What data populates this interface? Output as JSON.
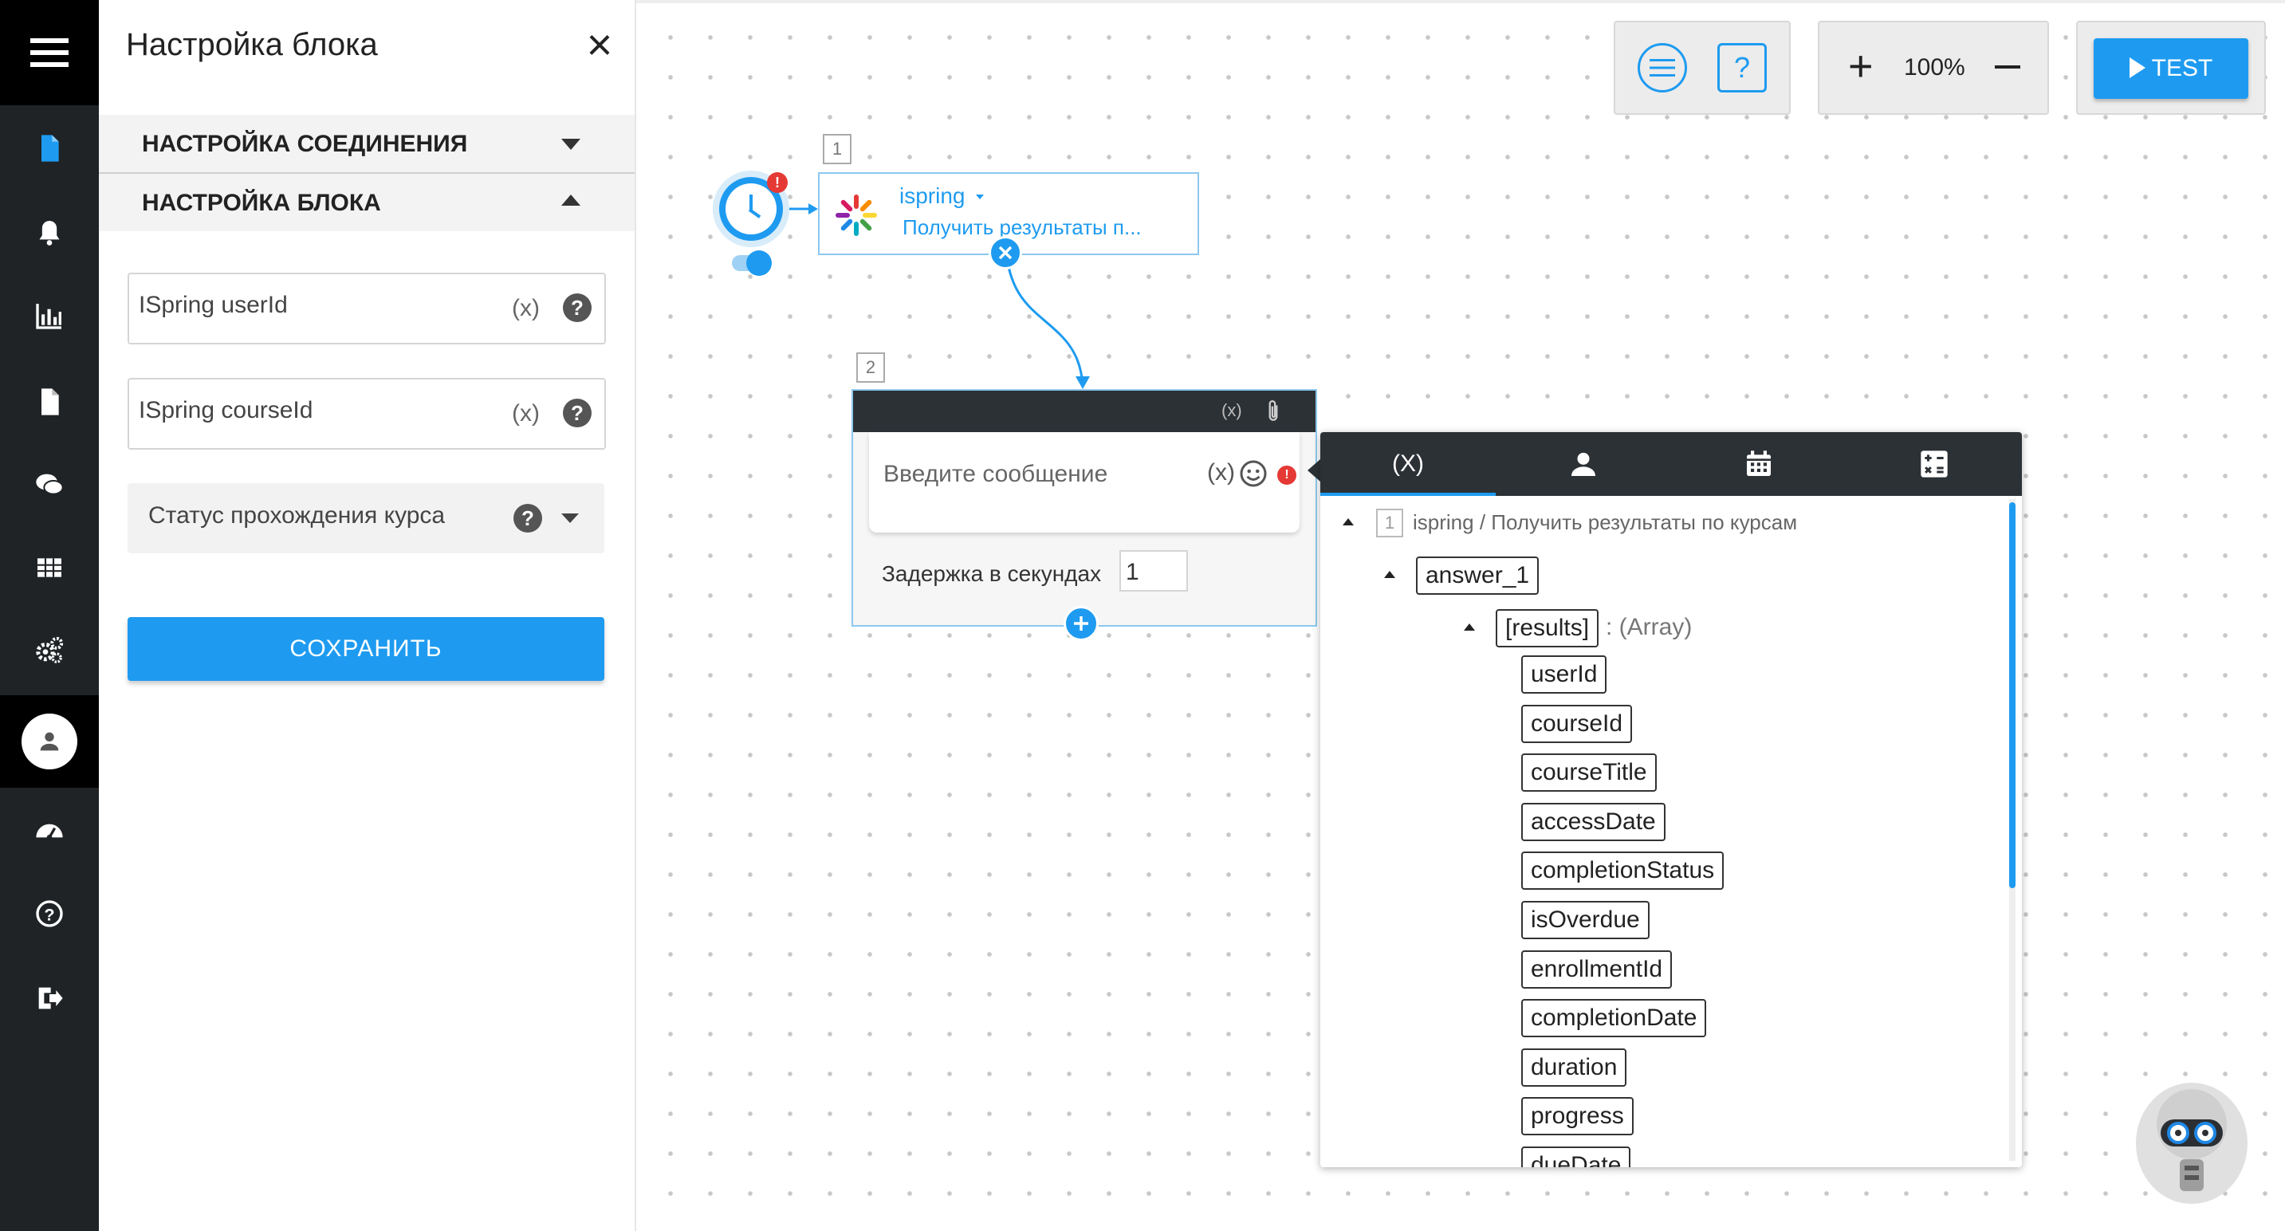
{
  "panel": {
    "title": "Настройка блока",
    "sections": [
      {
        "label": "НАСТРОЙКА СОЕДИНЕНИЯ",
        "expanded": false
      },
      {
        "label": "НАСТРОЙКА БЛОКА",
        "expanded": true
      }
    ],
    "fields": [
      {
        "label": "ISpring userId",
        "var_marker": "(x)"
      },
      {
        "label": "ISpring courseId",
        "var_marker": "(x)"
      }
    ],
    "status_select": {
      "label": "Статус прохождения курса"
    },
    "save_label": "СОХРАНИТЬ"
  },
  "toolbar": {
    "zoom": "100%",
    "test_label": "TEST",
    "help_label": "?"
  },
  "flow": {
    "node1": {
      "number": "1",
      "name": "ispring",
      "subtitle": "Получить результаты п..."
    },
    "node2": {
      "number": "2",
      "var_marker": "(x)",
      "message_placeholder": "Введите сообщение",
      "delay_label": "Задержка в секундах",
      "delay_value": "1"
    }
  },
  "variables_popup": {
    "tabs": [
      "(X)",
      "user-icon",
      "calendar-icon",
      "calculator-icon"
    ],
    "active_tab": "(X)",
    "source_number": "1",
    "source_path": "ispring / Получить результаты по курсам",
    "root": "answer_1",
    "array_node": "[results]",
    "array_type": ": (Array)",
    "fields": [
      "userId",
      "courseId",
      "courseTitle",
      "accessDate",
      "completionStatus",
      "isOverdue",
      "enrollmentId",
      "completionDate",
      "duration",
      "progress",
      "dueDate"
    ]
  },
  "colors": {
    "accent": "#1e9bf0",
    "nav_bg": "#1f2326",
    "dark_header": "#2c3136"
  }
}
